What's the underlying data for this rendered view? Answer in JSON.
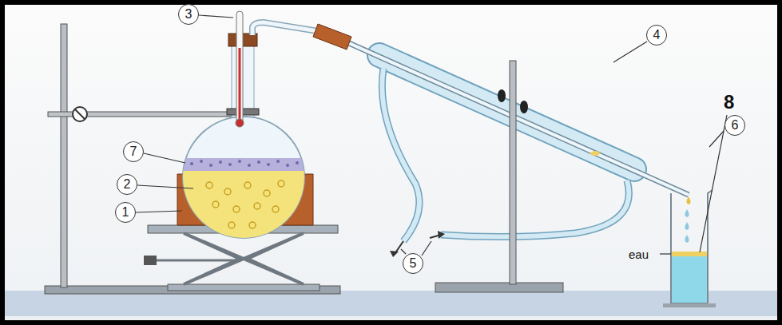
{
  "diagram": {
    "nodes": [
      {
        "text": [
          "3"
        ]
      },
      {
        "text": [
          "4"
        ]
      },
      {
        "text": [
          "7"
        ]
      },
      {
        "text": [
          "2"
        ]
      },
      {
        "text": [
          "6"
        ]
      },
      {
        "text": [
          "1"
        ]
      },
      {
        "text": [
          "5"
        ]
      }
    ],
    "labels": [
      "8",
      "eau"
    ]
  }
}
